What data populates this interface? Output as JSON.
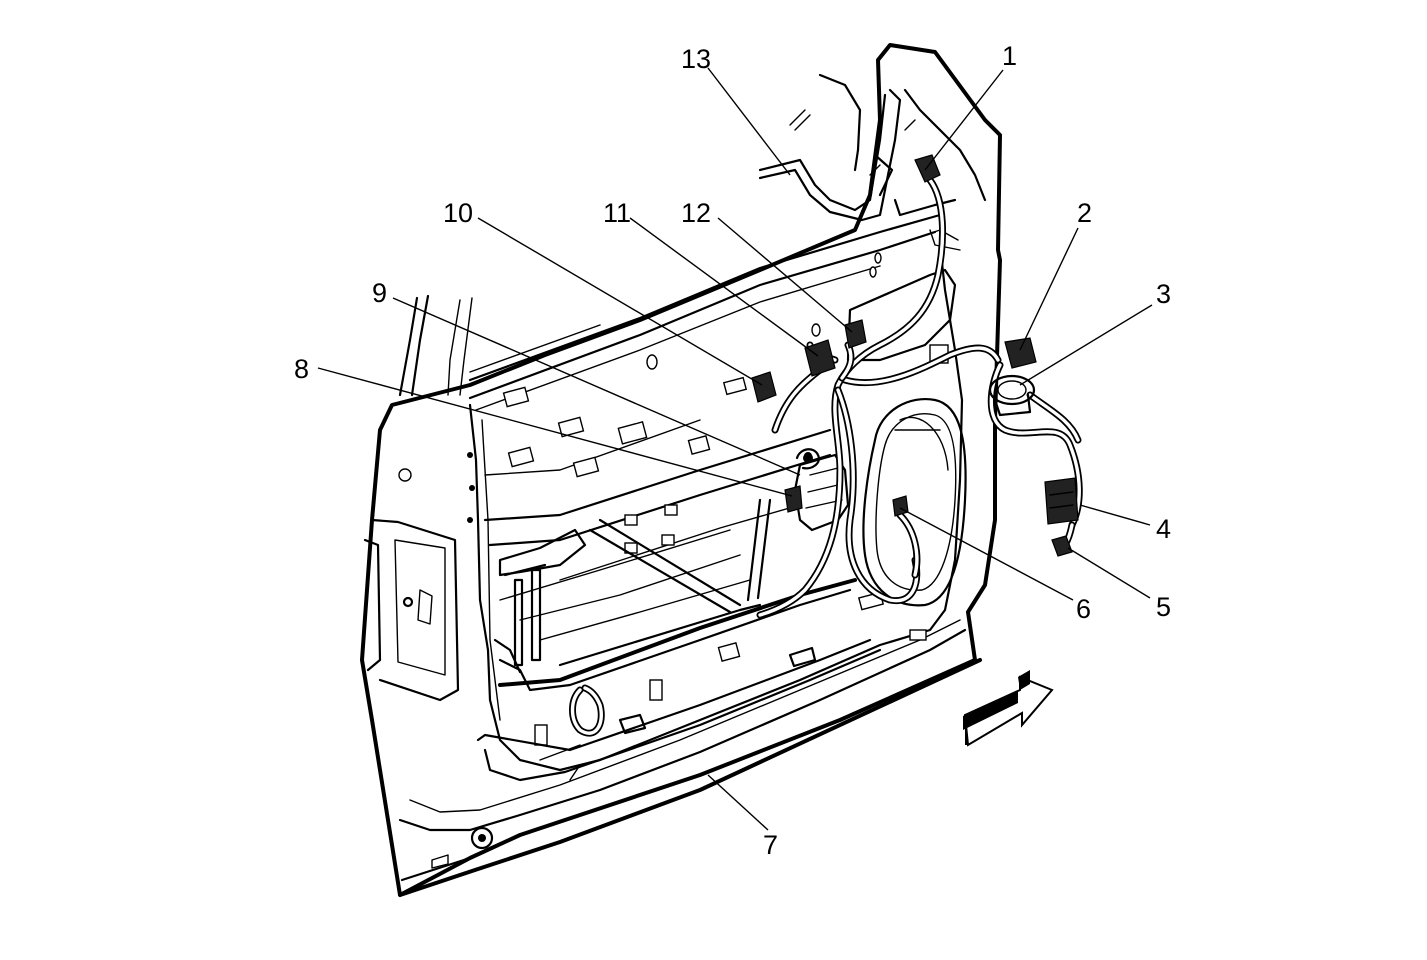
{
  "callouts": [
    {
      "id": "1",
      "label": "1"
    },
    {
      "id": "2",
      "label": "2"
    },
    {
      "id": "3",
      "label": "3"
    },
    {
      "id": "4",
      "label": "4"
    },
    {
      "id": "5",
      "label": "5"
    },
    {
      "id": "6",
      "label": "6"
    },
    {
      "id": "7",
      "label": "7"
    },
    {
      "id": "8",
      "label": "8"
    },
    {
      "id": "9",
      "label": "9"
    },
    {
      "id": "10",
      "label": "10"
    },
    {
      "id": "11",
      "label": "11"
    },
    {
      "id": "12",
      "label": "12"
    },
    {
      "id": "13",
      "label": "13"
    }
  ],
  "icons": {
    "direction_arrow": "forward-arrow-icon"
  },
  "colors": {
    "ink": "#000000",
    "paper": "#ffffff"
  }
}
